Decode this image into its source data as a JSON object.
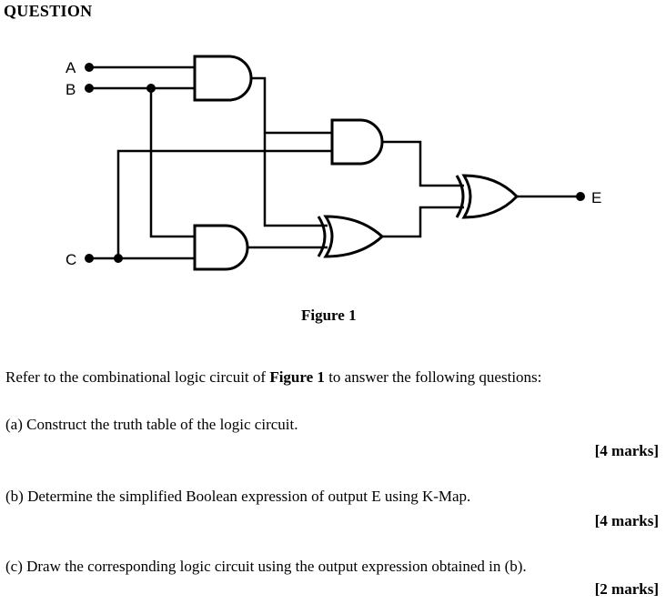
{
  "heading": "QUESTION",
  "figure": {
    "caption": "Figure 1",
    "inputs": {
      "a": "A",
      "b": "B",
      "c": "C"
    },
    "output": "E"
  },
  "intro": {
    "before": "Refer to the combinational logic circuit of ",
    "bold": "Figure 1",
    "after": " to answer the following questions:"
  },
  "questions": [
    {
      "text": "(a) Construct the truth table of the logic circuit.",
      "marks": "[4 marks]"
    },
    {
      "text": "(b) Determine the simplified Boolean expression of output E using K-Map.",
      "marks": "[4 marks]"
    },
    {
      "text": "(c) Draw the corresponding logic circuit using the output expression obtained in (b).",
      "marks": "[2 marks]"
    }
  ]
}
